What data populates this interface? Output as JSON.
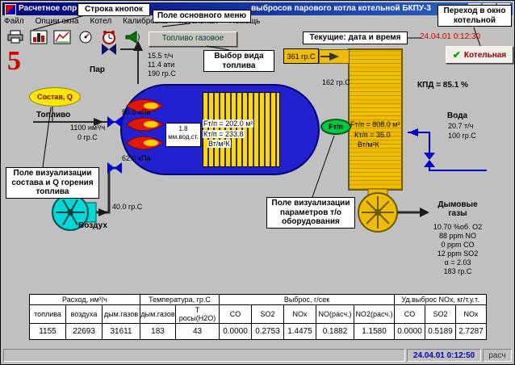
{
  "titlebar": {
    "title_left": "Расчетное опр",
    "title_right": "выбросов парового котла котельной БКПУ-3",
    "minimize": "_",
    "maximize": "□",
    "close": "×"
  },
  "menu": {
    "items": [
      "Файл",
      "Опции окна",
      "Котел",
      "Калибровка",
      "Котельная",
      "Помощь"
    ]
  },
  "toolbar": {
    "icons": [
      "print-icon",
      "bar-chart-icon",
      "line-chart-icon",
      "gauge-icon",
      "clock-icon",
      "horn-icon"
    ],
    "fuel_button": "Топливо газовое",
    "datetime": "24.04.01 0:12:30"
  },
  "boiler_room_button": {
    "check": "✔",
    "label": "Котельная"
  },
  "page_number": "5",
  "callouts": {
    "buttons_row": "Строка кнопок",
    "main_menu": "Поле основного меню",
    "boiler_room": "Переход в окно котельной",
    "datetime": "Текущие: дата и время",
    "fuel_select": "Выбор вида топлива",
    "fuel_composition": "Поле визуализации состава и Q горения топлива",
    "equipment_params": "Поле визуализации параметров т/о оборудования"
  },
  "diagram": {
    "steam": {
      "label": "Пар",
      "flow": "15.5 т/ч",
      "pressure": "11.4 ати",
      "temp": "190 гр.С"
    },
    "fuel": {
      "label": "Топливо",
      "composition_tag": "Состав, Q",
      "flow": "1100 нм³/ч",
      "temp": "0 гр.С",
      "valve_pressure": "50.0 кПа"
    },
    "air": {
      "label": "Воздух",
      "valve_pressure": "62.0 кПа",
      "temp": "40.0 гр.С"
    },
    "furnace": {
      "draft": "1.8",
      "draft_units": "мм.вод.ст.",
      "area": "Fт/п = 202.0 м²",
      "coeff": "Кт/п = 233.8",
      "coeff_units": "Вт/м²К"
    },
    "hx_tag": "Fт/п",
    "economizer": {
      "t_in": "361 гр.С",
      "t_out": "162 гр.С",
      "area": "Fт/п = 808.0 м²",
      "coeff": "Кт/п = 35.0",
      "coeff_units": "Вт/м²К"
    },
    "efficiency": "КПД = 85.1 %",
    "water": {
      "label": "Вода",
      "flow": "20.7 т/ч",
      "temp": "100 гр.С"
    },
    "flue": {
      "label": "Дымовые газы",
      "lines": [
        "10.70 %об. O2",
        "88 ppm NO",
        "0 ppm CO",
        "12 ppm SO2",
        "α = 2.03",
        "183 гр.С"
      ]
    }
  },
  "table": {
    "groups": [
      "Расход, нм³/ч",
      "Температура, гр.С",
      "Выброс, г/сек",
      "Уд.выброс NOx, кг/т.у.т."
    ],
    "sub": [
      "топлива",
      "воздуха",
      "дым.газов",
      "дым.газов",
      "Т росы(H2O)",
      "CO",
      "SO2",
      "NOx",
      "NO(расч.)",
      "NO2(расч.)",
      "CO",
      "SO2",
      "NOx"
    ],
    "values": [
      "1155",
      "22693",
      "31611",
      "183",
      "43",
      "0.0000",
      "0.2753",
      "1.4475",
      "0.1882",
      "1.1580",
      "0.0000",
      "0.5189",
      "2.7287"
    ]
  },
  "statusbar": {
    "datetime": "24.04.01 0:12:50",
    "mode": "расч"
  }
}
